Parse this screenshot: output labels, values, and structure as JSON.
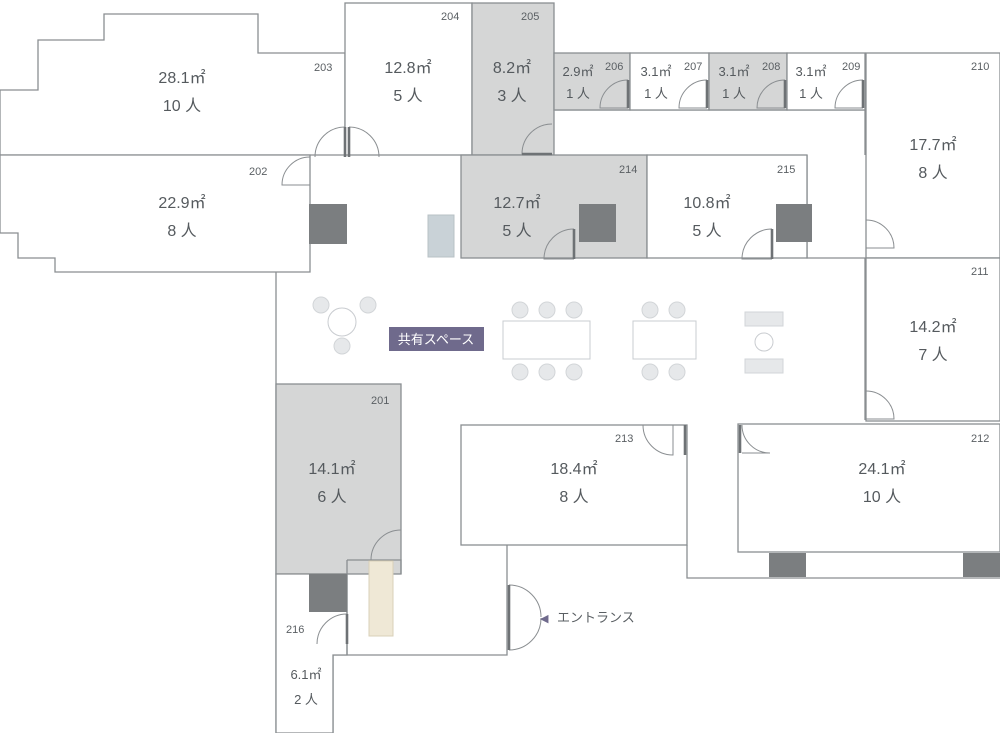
{
  "rooms": [
    {
      "id": "203",
      "area": "28.1㎡",
      "cap": "10 人"
    },
    {
      "id": "204",
      "area": "12.8㎡",
      "cap": "5 人"
    },
    {
      "id": "205",
      "area": "8.2㎡",
      "cap": "3 人"
    },
    {
      "id": "206",
      "area": "2.9㎡",
      "cap": "1 人"
    },
    {
      "id": "207",
      "area": "3.1㎡",
      "cap": "1 人"
    },
    {
      "id": "208",
      "area": "3.1㎡",
      "cap": "1 人"
    },
    {
      "id": "209",
      "area": "3.1㎡",
      "cap": "1 人"
    },
    {
      "id": "210",
      "area": "17.7㎡",
      "cap": "8 人"
    },
    {
      "id": "202",
      "area": "22.9㎡",
      "cap": "8 人"
    },
    {
      "id": "214",
      "area": "12.7㎡",
      "cap": "5 人"
    },
    {
      "id": "215",
      "area": "10.8㎡",
      "cap": "5 人"
    },
    {
      "id": "211",
      "area": "14.2㎡",
      "cap": "7 人"
    },
    {
      "id": "201",
      "area": "14.1㎡",
      "cap": "6 人"
    },
    {
      "id": "213",
      "area": "18.4㎡",
      "cap": "8 人"
    },
    {
      "id": "212",
      "area": "24.1㎡",
      "cap": "10 人"
    },
    {
      "id": "216",
      "area": "6.1㎡",
      "cap": "2 人"
    }
  ],
  "labels": {
    "shared_space": "共有スペース",
    "entrance": "エントランス",
    "entrance_arrow": "◀"
  },
  "colors": {
    "occupied_room": "#d5d6d6",
    "vacant_room": "#ffffff",
    "wall": "#8a8e91",
    "pillar": "#7b7e80",
    "shared_label_bg": "#6f6a8c",
    "entrance_arrow": "#6f6a8c",
    "text": "#555a5e"
  }
}
